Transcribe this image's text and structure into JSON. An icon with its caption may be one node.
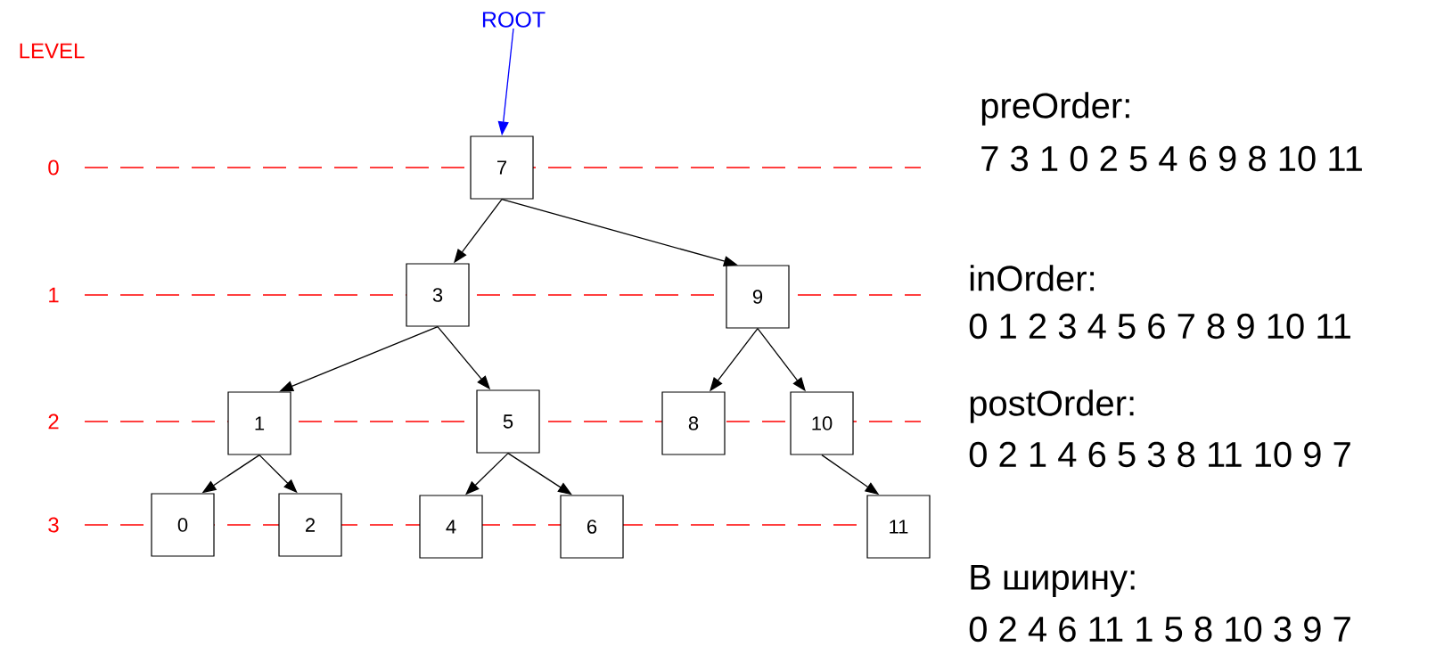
{
  "diagram": {
    "nodes": [
      {
        "text": [
          "ROOT"
        ]
      },
      {
        "text": [
          "7"
        ]
      },
      {
        "text": [
          "3"
        ]
      },
      {
        "text": [
          "9"
        ]
      },
      {
        "text": [
          "1"
        ]
      },
      {
        "text": [
          "5"
        ]
      },
      {
        "text": [
          "8"
        ]
      },
      {
        "text": [
          "10"
        ]
      },
      {
        "text": [
          "0"
        ]
      },
      {
        "text": [
          "2"
        ]
      },
      {
        "text": [
          "4"
        ]
      },
      {
        "text": [
          "6"
        ]
      },
      {
        "text": [
          "11"
        ]
      }
    ],
    "edges": [
      {
        "from": 0,
        "to": 1,
        "arrow": "to",
        "color": "#0000ff"
      },
      {
        "from": 1,
        "to": 2,
        "arrow": "to"
      },
      {
        "from": 1,
        "to": 3,
        "arrow": "to"
      },
      {
        "from": 2,
        "to": 4,
        "arrow": "to"
      },
      {
        "from": 2,
        "to": 5,
        "arrow": "to"
      },
      {
        "from": 3,
        "to": 6,
        "arrow": "to"
      },
      {
        "from": 3,
        "to": 7,
        "arrow": "to"
      },
      {
        "from": 4,
        "to": 8,
        "arrow": "to"
      },
      {
        "from": 4,
        "to": 9,
        "arrow": "to"
      },
      {
        "from": 5,
        "to": 10,
        "arrow": "to"
      },
      {
        "from": 5,
        "to": 11,
        "arrow": "to"
      },
      {
        "from": 7,
        "to": 12,
        "arrow": "to"
      }
    ],
    "labels": [
      "LEVEL",
      "0",
      "1",
      "2",
      "3",
      "preOrder:",
      "7 3 1 0 2 5 4 6 9 8 10 11",
      "inOrder:",
      "0 1 2 3 4 5 6 7 8 9 10 11",
      "postOrder:",
      "0 2 1 4 6 5 3 8 11 10 9 7",
      "В ширину:",
      "0 2 4 6 11 1 5 8 10 3 9 7"
    ]
  }
}
